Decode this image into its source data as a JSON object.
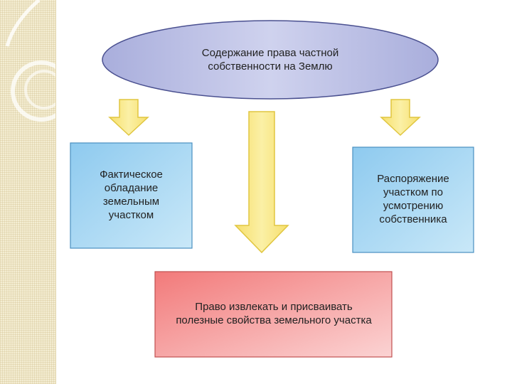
{
  "diagram": {
    "top_node": {
      "text": "Содержание права частной собственности на Землю"
    },
    "left_node": {
      "text": "Фактическое обладание земельным участком"
    },
    "right_node": {
      "text": "Распоряжение участком по усмотрению собственника"
    },
    "bottom_node": {
      "text": "Право извлекать и присваивать полезные свойства земельного участка"
    },
    "colors": {
      "top_fill": "#c5c9e8",
      "top_stroke": "#4a5090",
      "side_fill": "#9fd3f0",
      "side_stroke": "#4a90c0",
      "bottom_fill": "#f48f8f",
      "bottom_stroke": "#c05050",
      "arrow_fill": "#f7e37a",
      "arrow_stroke": "#e0c640"
    }
  }
}
